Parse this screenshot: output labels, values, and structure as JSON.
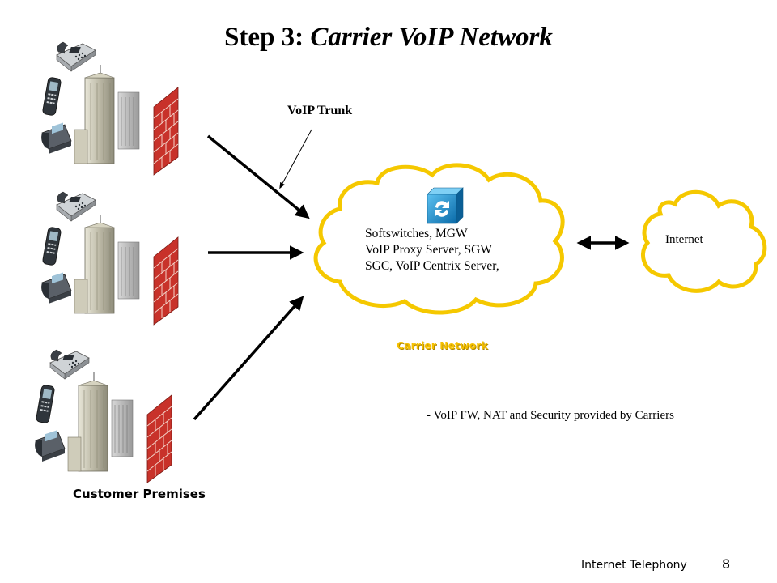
{
  "slide": {
    "title_plain": "Step 3: ",
    "title_italic": "Carrier VoIP Network",
    "voip_trunk_label": "VoIP Trunk",
    "carrier_cloud_lines": [
      "Softswitches, MGW",
      "VoIP Proxy Server, SGW",
      "SGC, VoIP Centrix Server,"
    ],
    "internet_label": "Internet",
    "carrier_network_label": "Carrier Network",
    "note": "- VoIP FW, NAT and Security provided by Carriers",
    "customer_premises_label": "Customer Premises",
    "footer_text": "Internet Telephony",
    "page_number": "8"
  },
  "icons": {
    "desk_phone": "desk-phone-icon",
    "cell_phone": "cell-phone-icon",
    "ip_phone": "ip-phone-icon",
    "office_building": "office-building-icon",
    "firewall": "firewall-brick-icon",
    "softswitch": "softswitch-cube-icon"
  },
  "colors": {
    "cloud_outline": "#f5c800",
    "cloud_fill": "#ffffff",
    "carrier_label": "#f5c000",
    "firewall": "#c8322a",
    "softswitch": "#1e8fd0",
    "arrow": "#000000"
  }
}
